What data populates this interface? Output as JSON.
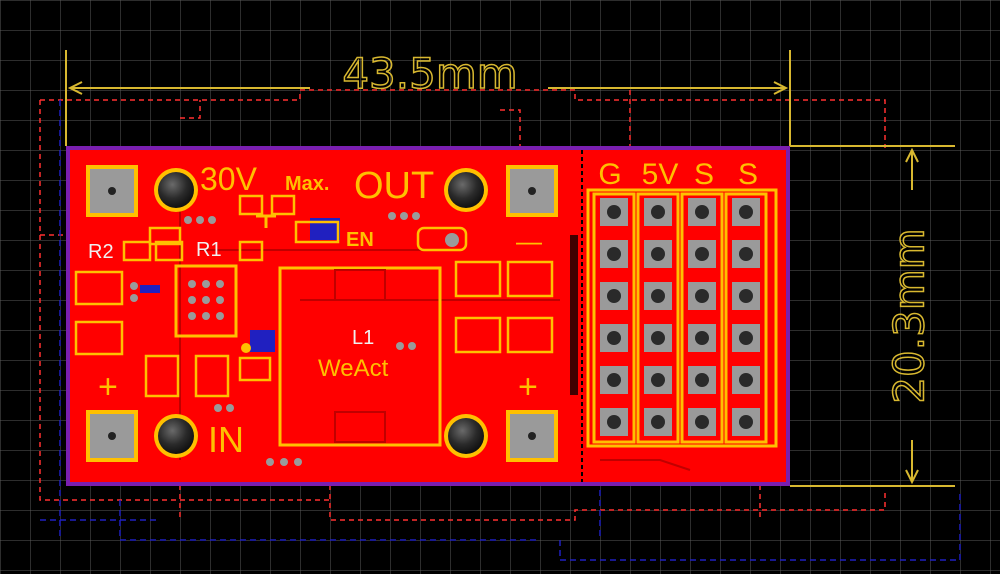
{
  "colors": {
    "background": "#000000",
    "grid": "#5a5a5a",
    "board": "#ff0000",
    "board_edge": "#7a1fb0",
    "silkscreen": "#ffc000",
    "dimension": "#d8b830",
    "keepout": "#ff3030",
    "bottom_trace": "#2020c0",
    "pad": "#909090",
    "via": "#9a9a9a"
  },
  "dimensions": {
    "width": "43.5mm",
    "height": "20.3mm"
  },
  "silkscreen": {
    "voltage": "30V",
    "max": "Max.",
    "out": "OUT",
    "enable": "EN",
    "r2": "R2",
    "r1": "R1",
    "inductor": "L1",
    "brand": "WeAct",
    "input": "IN",
    "plus_in": "+",
    "plus_out": "+",
    "minus_out": "—"
  },
  "header": {
    "labels": [
      "G",
      "5V",
      "S",
      "S"
    ]
  },
  "icons": {
    "mounting_hole": "mounting-hole-icon",
    "pad": "square-pad-icon"
  }
}
